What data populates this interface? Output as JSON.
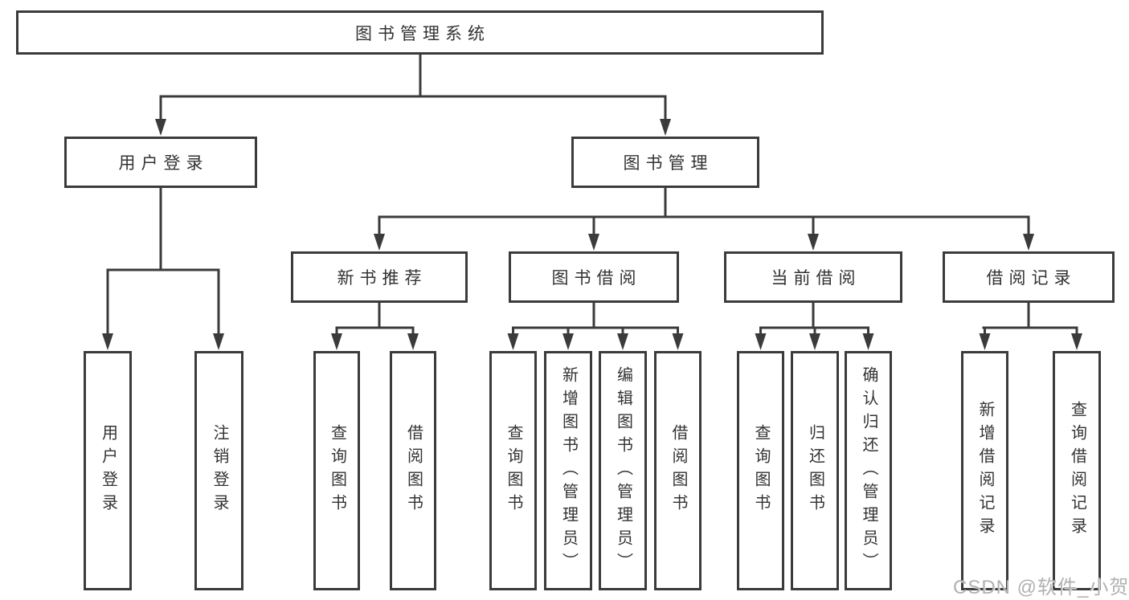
{
  "tree": {
    "root": {
      "label": "图书管理系统"
    },
    "branches": [
      {
        "label": "用户登录",
        "children": [
          {
            "label": "用户登录"
          },
          {
            "label": "注销登录"
          }
        ]
      },
      {
        "label": "图书管理",
        "children": [
          {
            "label": "新书推荐",
            "children": [
              {
                "label": "查询图书"
              },
              {
                "label": "借阅图书"
              }
            ]
          },
          {
            "label": "图书借阅",
            "children": [
              {
                "label": "查询图书"
              },
              {
                "label": "新增图书（管理员）"
              },
              {
                "label": "编辑图书（管理员）"
              },
              {
                "label": "借阅图书"
              }
            ]
          },
          {
            "label": "当前借阅",
            "children": [
              {
                "label": "查询图书"
              },
              {
                "label": "归还图书"
              },
              {
                "label": "确认归还（管理员）"
              }
            ]
          },
          {
            "label": "借阅记录",
            "children": [
              {
                "label": "新增借阅记录"
              },
              {
                "label": "查询借阅记录"
              }
            ]
          }
        ]
      }
    ]
  },
  "watermark": {
    "text": "CSDN @软件_小贺同学"
  },
  "colors": {
    "line": "#3b3b3b",
    "border": "#3b3b3b",
    "text": "#333333",
    "background": "#ffffff",
    "watermark": "#b1b1b1"
  }
}
